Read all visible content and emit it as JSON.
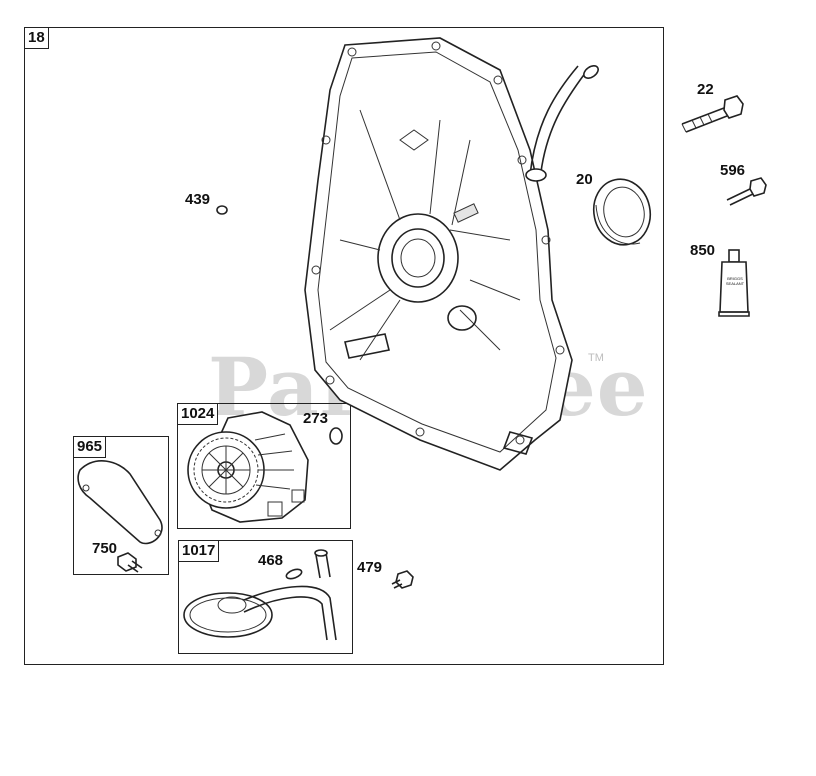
{
  "watermark": {
    "text": "PartsTree",
    "tm": "TM"
  },
  "main_frame": {
    "tag": "18"
  },
  "subframes": {
    "oil_pump": {
      "tag": "1024"
    },
    "gasket": {
      "tag": "965"
    },
    "pickup": {
      "tag": "1017"
    }
  },
  "callouts": {
    "p439": "439",
    "p20": "20",
    "p22": "22",
    "p596": "596",
    "p850": "850",
    "p273": "273",
    "p750": "750",
    "p468": "468",
    "p479": "479"
  },
  "sealant_tube": {
    "line1": "BRIGGS",
    "line2": "SEALANT"
  }
}
